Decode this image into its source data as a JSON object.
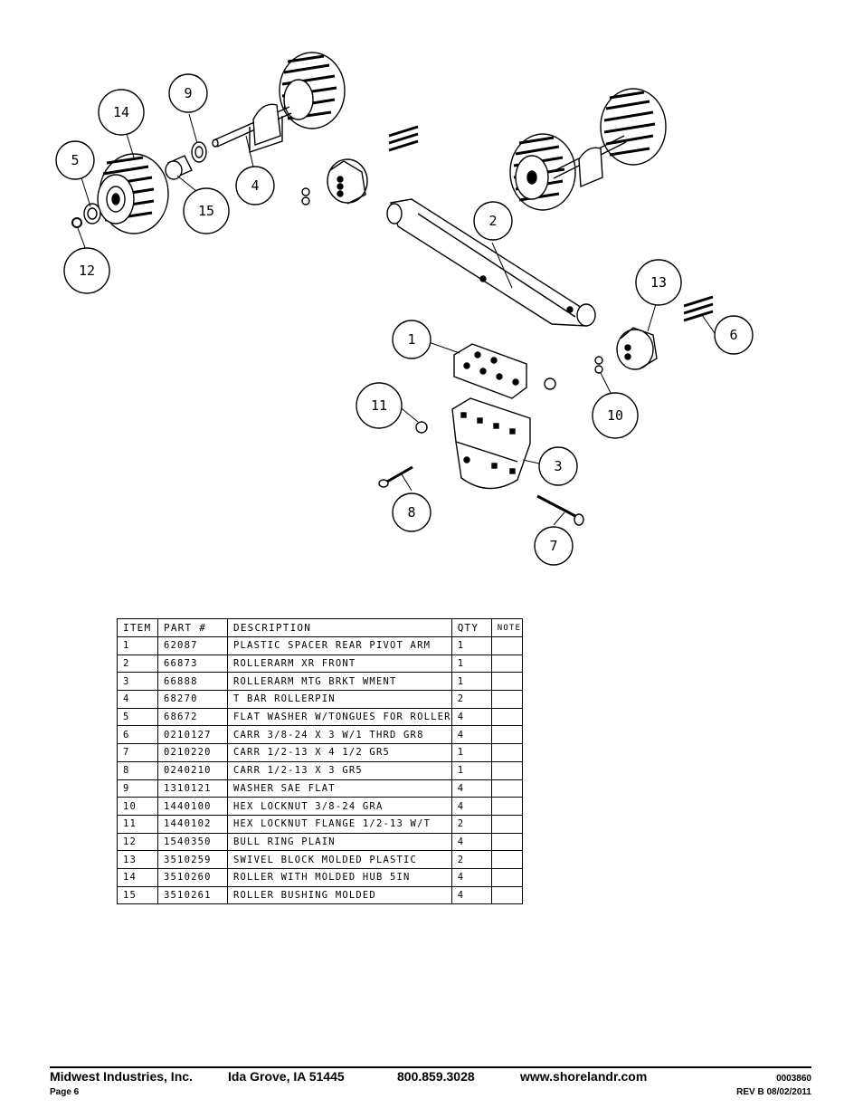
{
  "callouts": [
    {
      "label": "1"
    },
    {
      "label": "2"
    },
    {
      "label": "3"
    },
    {
      "label": "4"
    },
    {
      "label": "5"
    },
    {
      "label": "6"
    },
    {
      "label": "7"
    },
    {
      "label": "8"
    },
    {
      "label": "9"
    },
    {
      "label": "10"
    },
    {
      "label": "11"
    },
    {
      "label": "12"
    },
    {
      "label": "13"
    },
    {
      "label": "14"
    },
    {
      "label": "15"
    }
  ],
  "table": {
    "headers": {
      "item": "ITEM",
      "part": "PART #",
      "description": "DESCRIPTION",
      "qty": "QTY",
      "note": "NOTE"
    },
    "rows": [
      {
        "item": "1",
        "part": "62087",
        "description": "PLASTIC SPACER REAR PIVOT ARM",
        "qty": "1",
        "note": ""
      },
      {
        "item": "2",
        "part": "66873",
        "description": "ROLLERARM XR FRONT",
        "qty": "1",
        "note": ""
      },
      {
        "item": "3",
        "part": "66888",
        "description": "ROLLERARM MTG BRKT WMENT",
        "qty": "1",
        "note": ""
      },
      {
        "item": "4",
        "part": "68270",
        "description": "T BAR ROLLERPIN",
        "qty": "2",
        "note": ""
      },
      {
        "item": "5",
        "part": "68672",
        "description": "FLAT WASHER W/TONGUES FOR ROLLER",
        "qty": "4",
        "note": ""
      },
      {
        "item": "6",
        "part": "0210127",
        "description": "CARR 3/8-24 X 3 W/1 THRD GR8",
        "qty": "4",
        "note": ""
      },
      {
        "item": "7",
        "part": "0210220",
        "description": "CARR 1/2-13 X 4 1/2 GR5",
        "qty": "1",
        "note": ""
      },
      {
        "item": "8",
        "part": "0240210",
        "description": "CARR 1/2-13 X 3 GR5",
        "qty": "1",
        "note": ""
      },
      {
        "item": "9",
        "part": "1310121",
        "description": "WASHER SAE FLAT",
        "qty": "4",
        "note": ""
      },
      {
        "item": "10",
        "part": "1440100",
        "description": "HEX LOCKNUT 3/8-24 GRA",
        "qty": "4",
        "note": ""
      },
      {
        "item": "11",
        "part": "1440102",
        "description": "HEX LOCKNUT FLANGE 1/2-13 W/T",
        "qty": "2",
        "note": ""
      },
      {
        "item": "12",
        "part": "1540350",
        "description": "BULL RING PLAIN",
        "qty": "4",
        "note": ""
      },
      {
        "item": "13",
        "part": "3510259",
        "description": "SWIVEL BLOCK MOLDED PLASTIC",
        "qty": "2",
        "note": ""
      },
      {
        "item": "14",
        "part": "3510260",
        "description": "ROLLER WITH MOLDED HUB  5IN",
        "qty": "4",
        "note": ""
      },
      {
        "item": "15",
        "part": "3510261",
        "description": "ROLLER BUSHING MOLDED",
        "qty": "4",
        "note": ""
      }
    ]
  },
  "footer": {
    "company": "Midwest Industries, Inc.",
    "location": "Ida Grove, IA  51445",
    "phone": "800.859.3028",
    "website": "www.shorelandr.com",
    "doc_number": "0003860",
    "page": "Page 6",
    "revision": "REV B  08/02/2011"
  }
}
